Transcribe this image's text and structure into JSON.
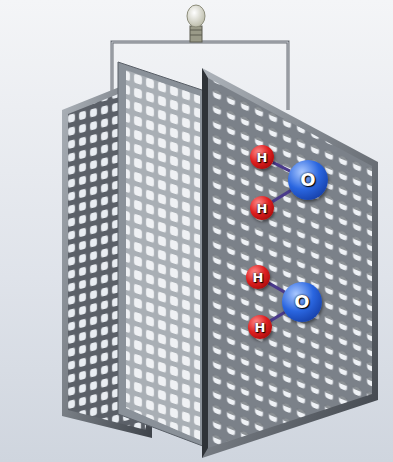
{
  "diagram": {
    "nodes": [
      {
        "text": [
          "H"
        ]
      },
      {
        "text": [
          "O"
        ]
      },
      {
        "text": [
          "H"
        ]
      },
      {
        "text": [
          "H"
        ]
      },
      {
        "text": [
          "O"
        ]
      },
      {
        "text": [
          "H"
        ]
      }
    ],
    "edges": [
      {
        "from": 0,
        "to": 1,
        "arrow": "none"
      },
      {
        "from": 1,
        "to": 2,
        "arrow": "none"
      },
      {
        "from": 3,
        "to": 4,
        "arrow": "none"
      },
      {
        "from": 4,
        "to": 5,
        "arrow": "none"
      }
    ]
  }
}
